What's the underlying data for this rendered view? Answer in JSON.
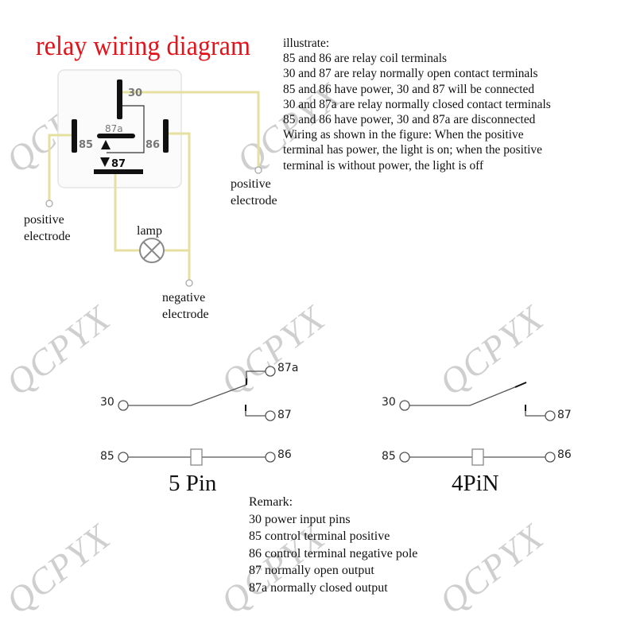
{
  "title": "relay wiring diagram",
  "colors": {
    "title": "#e0141a",
    "wire": "#e6e0a0",
    "watermark": "#cfcfcf"
  },
  "watermark": "QCPYX",
  "illustrate": {
    "heading": "illustrate:",
    "lines": [
      "85 and 86 are relay coil terminals",
      "30 and 87 are relay normally open contact terminals",
      "85 and 86 have power, 30 and 87 will be connected",
      "30 and 87a are relay normally closed contact terminals",
      "85 and 86 have power, 30 and 87a are disconnected",
      "Wiring as shown in the figure: When the positive",
      "terminal has power, the light is on; when the positive",
      "terminal is without power, the light is off"
    ]
  },
  "wiring": {
    "relay_pins": {
      "p30": "30",
      "p85": "85",
      "p86": "86",
      "p87": "87",
      "p87a": "87a"
    },
    "positive_left": [
      "positive",
      "electrode"
    ],
    "positive_right": [
      "positive",
      "electrode"
    ],
    "negative": [
      "negative",
      "electrode"
    ],
    "lamp": "lamp"
  },
  "schematics": {
    "five_pin": {
      "title": "5 Pin",
      "pins": {
        "p30": "30",
        "p87a": "87a",
        "p87": "87",
        "p85": "85",
        "p86": "86"
      }
    },
    "four_pin": {
      "title": "4PiN",
      "pins": {
        "p30": "30",
        "p87": "87",
        "p85": "85",
        "p86": "86"
      }
    }
  },
  "remark": {
    "heading": "Remark:",
    "lines": [
      "30 power input pins",
      "85 control terminal positive",
      "86 control terminal negative pole",
      "87 normally open output",
      "87a normally closed output"
    ]
  }
}
